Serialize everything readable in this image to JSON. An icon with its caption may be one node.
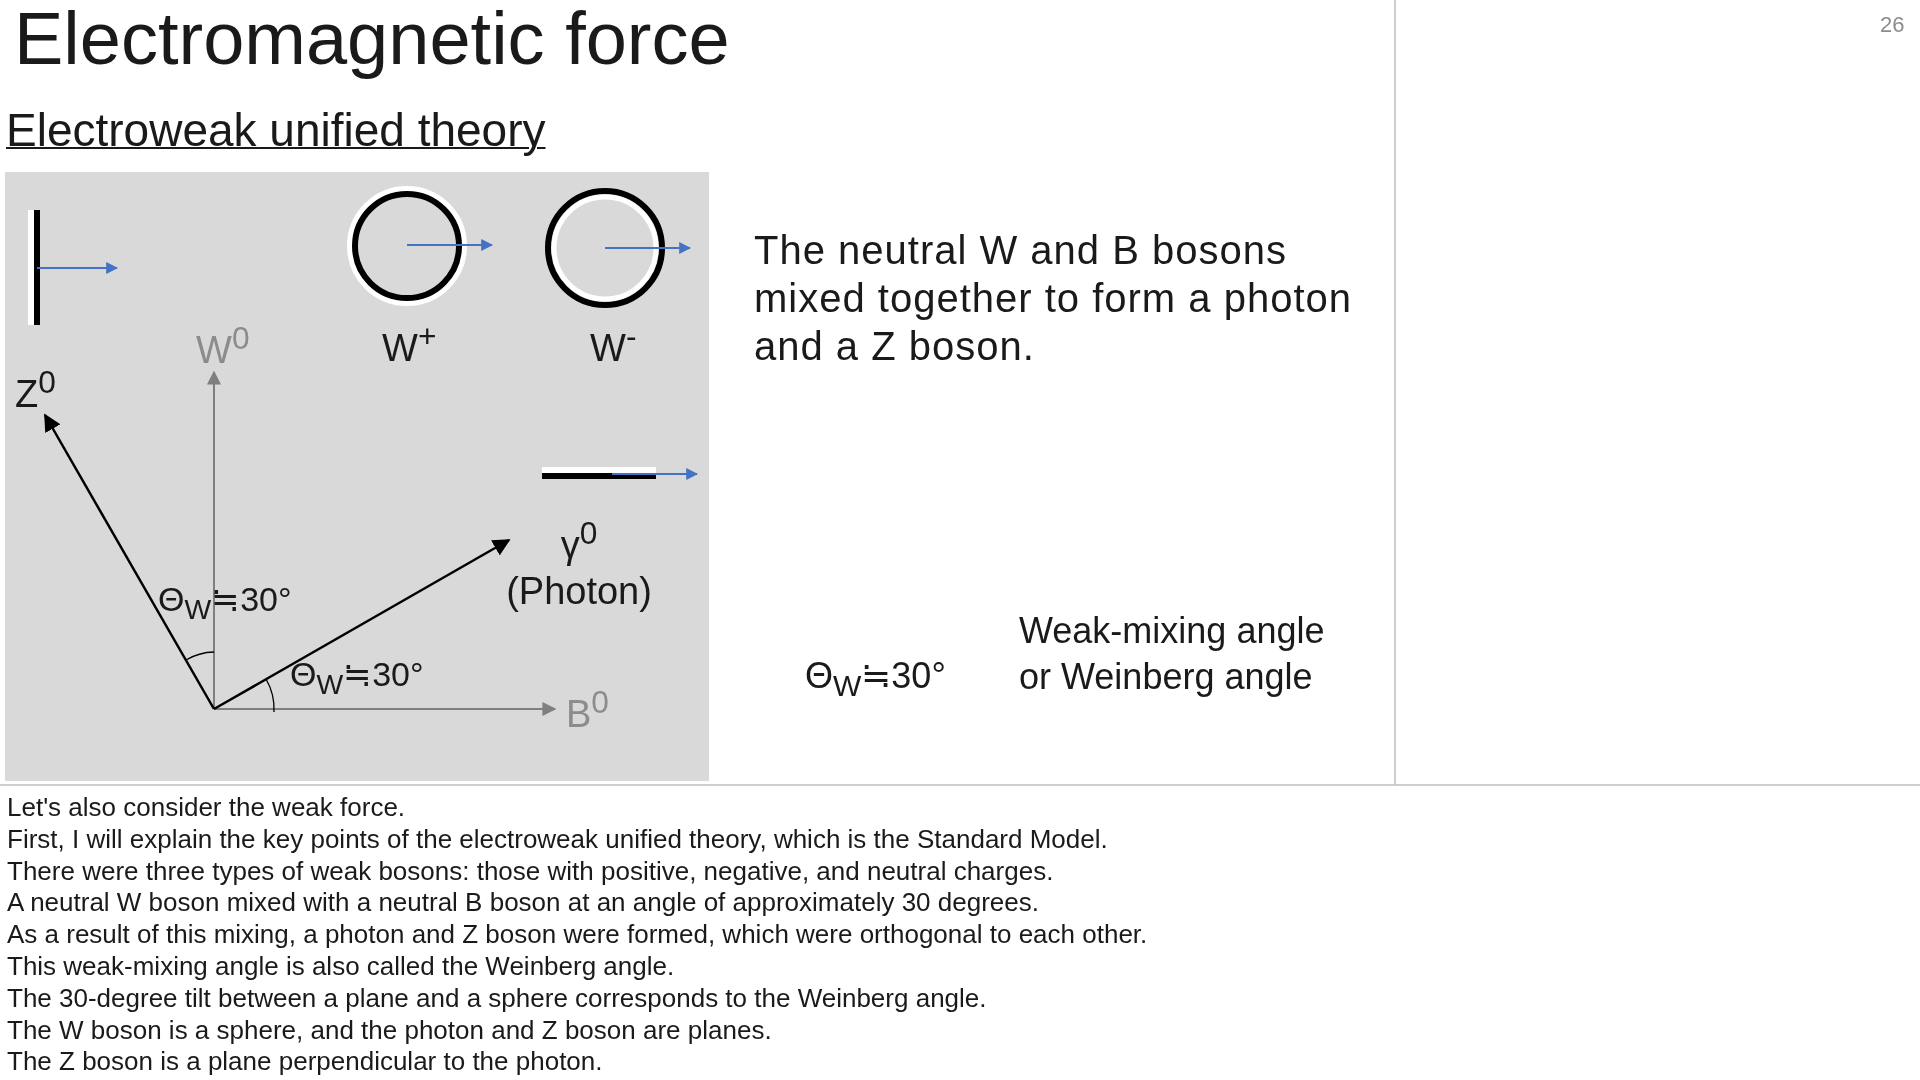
{
  "diagram": {
    "title": "Electromagnetic force",
    "labels": [
      "26",
      "Electroweak unified theory",
      "W$^{0}$",
      "W$^{+}$",
      "W$^{-}$",
      "Z$^{0}$",
      "The neutral W and B bosons mixed together to form a photon and a Z boson.",
      "γ$^{0}$ (Photon)",
      "Θ$_{W}$≒30°",
      "Θ$_{W}$≒30°",
      "B$^{0}$",
      "Weak-mixing angle or Weinberg angle",
      "Θ$_{W}$≒30°",
      "Let's also consider the weak force.",
      "First, I will explain the key points of the electroweak unified theory, which is the Standard Model.",
      "There were three types of weak bosons: those with positive, negative, and neutral charges.",
      "A neutral W boson mixed with a neutral B boson at an angle of approximately 30 degrees.",
      "As a result of this mixing, a photon and Z boson were formed, which were orthogonal to each other.",
      "This weak-mixing angle is also called the Weinberg angle.",
      "The 30-degree tilt between a plane and a sphere corresponds to the Weinberg angle.",
      "The W boson is a sphere, and the photon and Z boson are planes.",
      "The Z boson is a plane perpendicular to the photon."
    ]
  }
}
